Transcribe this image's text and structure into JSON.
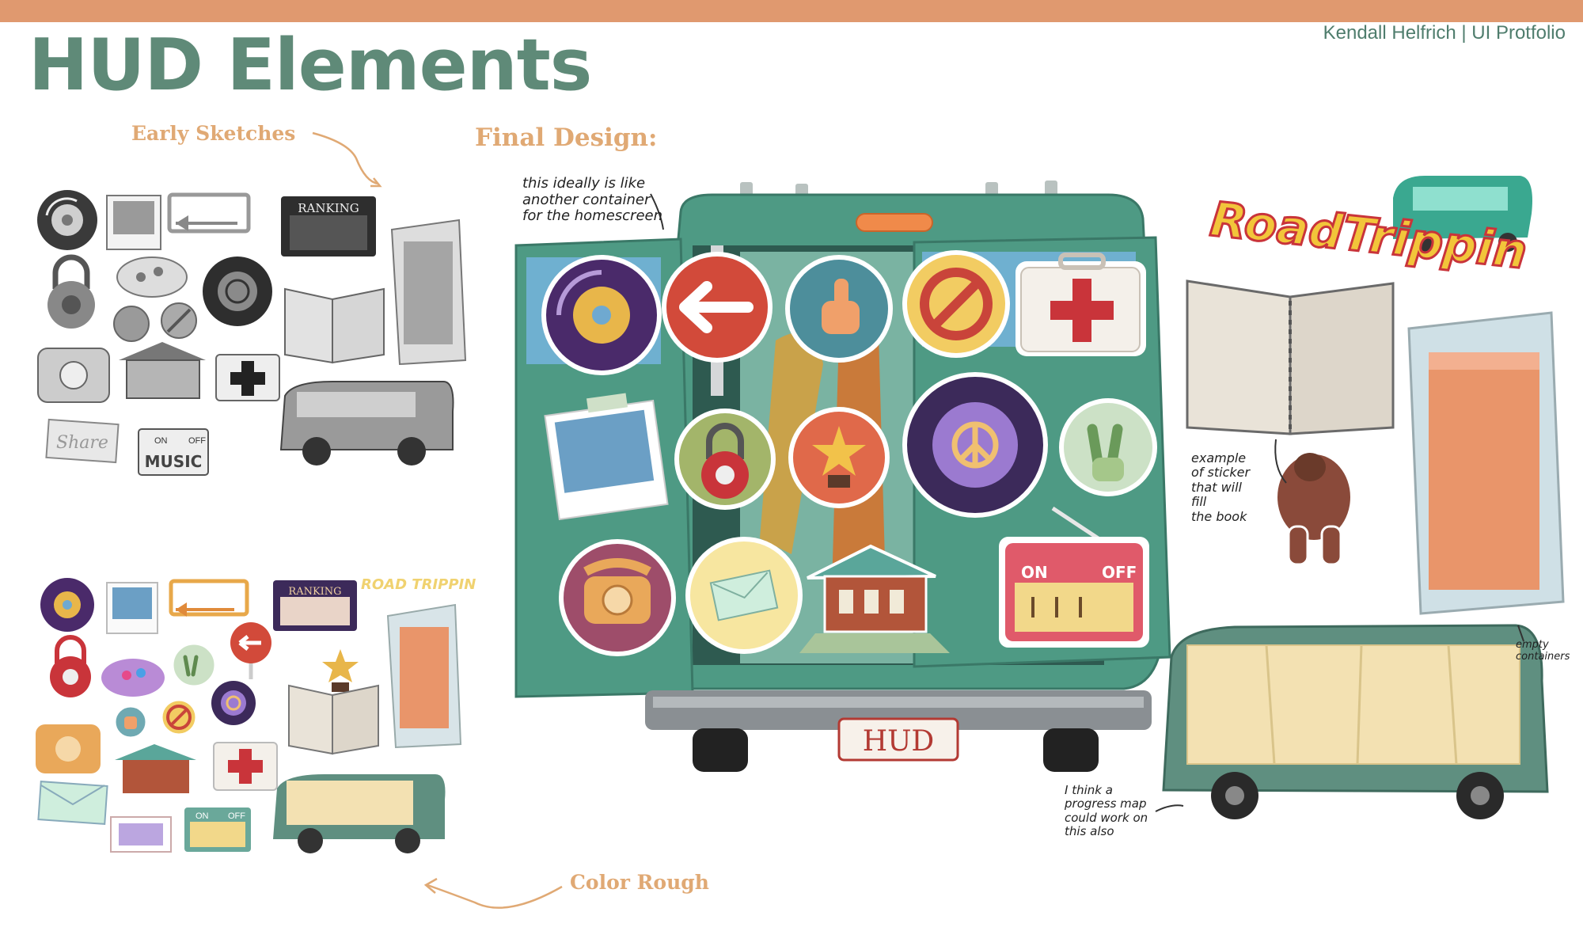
{
  "page": {
    "title": "HUD Elements",
    "credit": "Kendall Helfrich | UI Protfolio"
  },
  "sections": {
    "early": "Early Sketches",
    "final": "Final Design:",
    "color": "Color Rough"
  },
  "stickers": {
    "ranking": "RANKING",
    "share": "Share",
    "on": "ON",
    "off": "OFF",
    "music": "MUSIC",
    "plate": "HUD",
    "logo": "RoadTrippin",
    "logo_small": "ROAD TRIPPIN"
  },
  "notes": {
    "container": [
      "this ideally is like",
      "another container",
      "for the homescreen"
    ],
    "sticker": [
      "example",
      "of sticker",
      "that will",
      "fill",
      "the book"
    ],
    "empty": [
      "empty",
      "containers"
    ],
    "map": [
      "I think a",
      "progress map",
      "could work on",
      "this also"
    ]
  },
  "colors": {
    "header": "#e0996f",
    "title": "#5f8a78",
    "label": "#e0a974",
    "van": "#4e9a84",
    "red": "#d2533f",
    "purple": "#4a2a6a",
    "yellow": "#f0d878",
    "sketch": "#8c8c8c"
  },
  "icons": [
    "record-icon",
    "arrow-sign-icon",
    "thumbs-up-icon",
    "no-sign-icon",
    "first-aid-icon",
    "photo-icon",
    "lock-icon",
    "trophy-icon",
    "peace-gear-icon",
    "peace-hand-icon",
    "phone-icon",
    "letter-icon",
    "house-icon",
    "radio-icon",
    "journal-icon",
    "bigfoot-icon",
    "map-icon",
    "brochure-icon",
    "van-icon"
  ]
}
